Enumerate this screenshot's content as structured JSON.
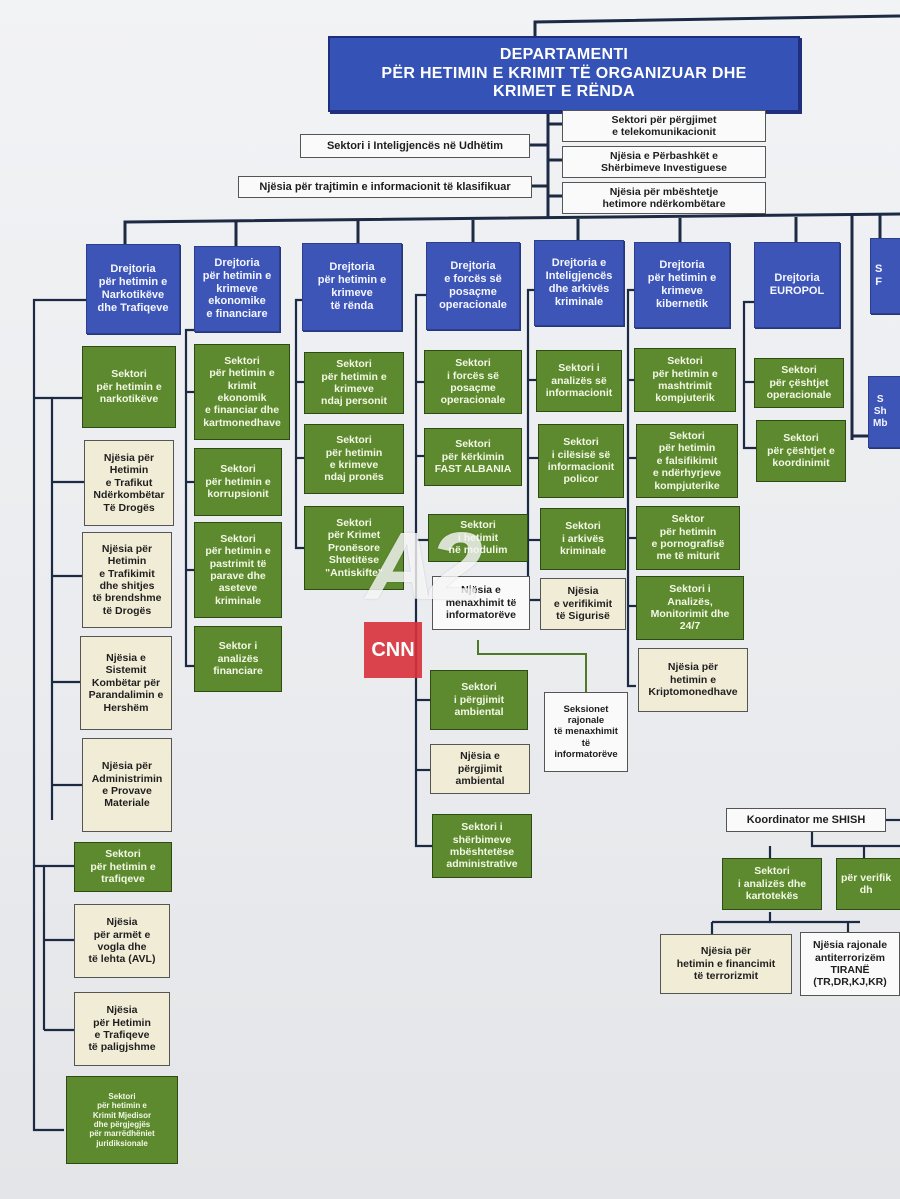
{
  "department_title": "DEPARTAMENTI\nPËR HETIMIN E KRIMIT TË ORGANIZUAR DHE\nKRIMET E RËNDA",
  "staff_units": {
    "sektor_inteligjences": "Sektori i Inteligjencës në Udhëtim",
    "njesia_informacionit_klasifikuar": "Njësia për trajtimin e informacionit të klasifikuar",
    "sektor_pergjimeve": "Sektori për përgjimet\ne telekomunikacionit",
    "njesia_sherbimeve_investiguese": "Njësia e Përbashkët e\nShërbimeve Investiguese",
    "njesia_mbeshtetje": "Njësia për mbështetje\nhetimore ndërkombëtare"
  },
  "directorates": [
    {
      "id": "d1",
      "label": "Drejtoria\npër hetimin e\nNarkotikëve\ndhe Trafiqeve"
    },
    {
      "id": "d2",
      "label": "Drejtoria\npër hetimin e\nkrimeve\nekonomike\ne financiare"
    },
    {
      "id": "d3",
      "label": "Drejtoria\npër hetimin e\nkrimeve\ntë rënda"
    },
    {
      "id": "d4",
      "label": "Drejtoria\ne forcës së\nposaçme\noperacionale"
    },
    {
      "id": "d5",
      "label": "Drejtoria e\nInteligjencës\ndhe arkivës\nkriminale"
    },
    {
      "id": "d6",
      "label": "Drejtoria\npër hetimin e\nkrimeve\nkibernetik"
    },
    {
      "id": "d7",
      "label": "Drejtoria\nEUROPOL"
    },
    {
      "id": "d8",
      "label": "S\nF"
    },
    {
      "id": "d9",
      "label": "S\nSh\nMb"
    }
  ],
  "col1": [
    "Sektori\npër hetimin e\nnarkotikëve",
    "Njësia për\nHetimin\ne Trafikut\nNdërkombëtar\nTë Drogës",
    "Njësia për\nHetimin\ne Trafikimit\ndhe shitjes\ntë brendshme\ntë Drogës",
    "Njësia e\nSistemit\nKombëtar për\nParandalimin e\nHershëm",
    "Njësia për\nAdministrimin\ne Provave\nMateriale",
    "Sektori\npër hetimin e\ntrafiqeve",
    "Njësia\npër armët e\nvogla dhe\ntë lehta (AVL)",
    "Njësia\npër Hetimin\ne Trafiqeve\ntë paligjshme",
    "Sektori\npër hetimin e\nKrimit Mjedisor\ndhe përgjegjës\npër marrëdhëniet\njuridiksionale"
  ],
  "col2": [
    "Sektori\npër hetimin e\nkrimit\nekonomik\ne financiar dhe\nkartmonedhave",
    "Sektori\npër hetimin e\nkorrupsionit",
    "Sektori\npër hetimin e\npastrimit të\nparave dhe\naseteve\nkriminale",
    "Sektor i\nanalizës\nfinanciare"
  ],
  "col3": [
    "Sektori\npër hetimin e\nkrimeve\nndaj personit",
    "Sektori\npër hetimin\ne krimeve\nndaj pronës",
    "Sektori\npër Krimet\nPronësore\nShtetitëse\n\"Antiskifte\""
  ],
  "col4": [
    "Sektori\ni forcës së\nposaçme\noperacionale",
    "Sektori\npër kërkimin\nFAST ALBANIA",
    "Sektori\ni hetimit\nnë modulim",
    "Njësia e\nmenaxhimit të\ninformatorëve",
    "Seksionet\nrajonale\ntë menaxhimit\ntë informatorëve",
    "Sektori\ni përgjimit\nambiental",
    "Njësia e\npërgjimit\nambiental",
    "Sektori i\nshërbimeve\nmbështetëse\nadministrative"
  ],
  "col5": [
    "Sektori i\nanalizës së\ninformacionit",
    "Sektori\ni cilësisë së\ninformacionit\npolicor",
    "Sektori\ni arkivës\nkriminale",
    "Njësia\ne verifikimit\ntë Sigurisë"
  ],
  "col6": [
    "Sektori\npër hetimin e\nmashtrimit\nkompjuterik",
    "Sektori\npër hetimin\ne falsifikimit\ne ndërhyrjeve\nkompjuterike",
    "Sektor\npër hetimin\ne pornografisë\nme të miturit",
    "Sektori i\nAnalizës,\nMonitorimit dhe\n24/7",
    "Njësia për\nhetimin e\nKriptomonedhave"
  ],
  "col7": [
    "Sektori\npër çështjet\noperacionale",
    "Sektori\npër çështjet e\nkoordinimit"
  ],
  "shish": {
    "coordinator": "Koordinator me SHISH",
    "sector_analysis": "Sektori\ni analizës dhe\nkartotekës",
    "sector_verification": "për verifik\ndh",
    "unit_financing": "Njësia për\nhetimin e financimit\ntë terrorizmit",
    "unit_regional": "Njësia rajonale\nantiterrorizëm\nTIRANË\n(TR,DR,KJ,KR)"
  },
  "watermark": {
    "logo_text": "A2",
    "network": "CNN"
  },
  "colors": {
    "blue": "#3e55b8",
    "green": "#5d8a2e",
    "cream": "#f1ecd6",
    "line": "#1d2a44"
  }
}
